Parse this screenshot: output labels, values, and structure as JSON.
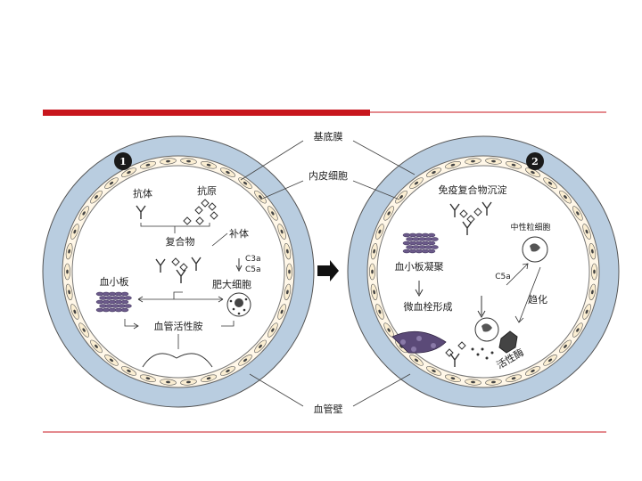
{
  "labels": {
    "basement_membrane": "基底膜",
    "endothelial_cell": "内皮细胞",
    "vessel_wall": "血管壁",
    "antibody": "抗体",
    "antigen": "抗原",
    "complement": "补体",
    "complex": "复合物",
    "c3a": "C3a",
    "c5a": "C5a",
    "mast_cell": "肥大细胞",
    "platelet": "血小板",
    "vasoactive_amine": "血管活性胺",
    "immune_complex_deposit": "免疫复合物沉淀",
    "neutrophil": "中性粒细胞",
    "platelet_aggregation": "血小板凝聚",
    "c5a_right": "C5a",
    "chemotaxis": "趋化",
    "microthrombus": "微血栓形成",
    "activation_enzyme": "活性酶"
  },
  "panels": {
    "left_number": "1",
    "right_number": "2"
  },
  "colors": {
    "accent_bar": "#c8161d",
    "rule_line": "#c8161d",
    "vessel_wall": "#b9cde0",
    "lumen": "#ffffff",
    "number_badge": "#1a1a1a"
  }
}
